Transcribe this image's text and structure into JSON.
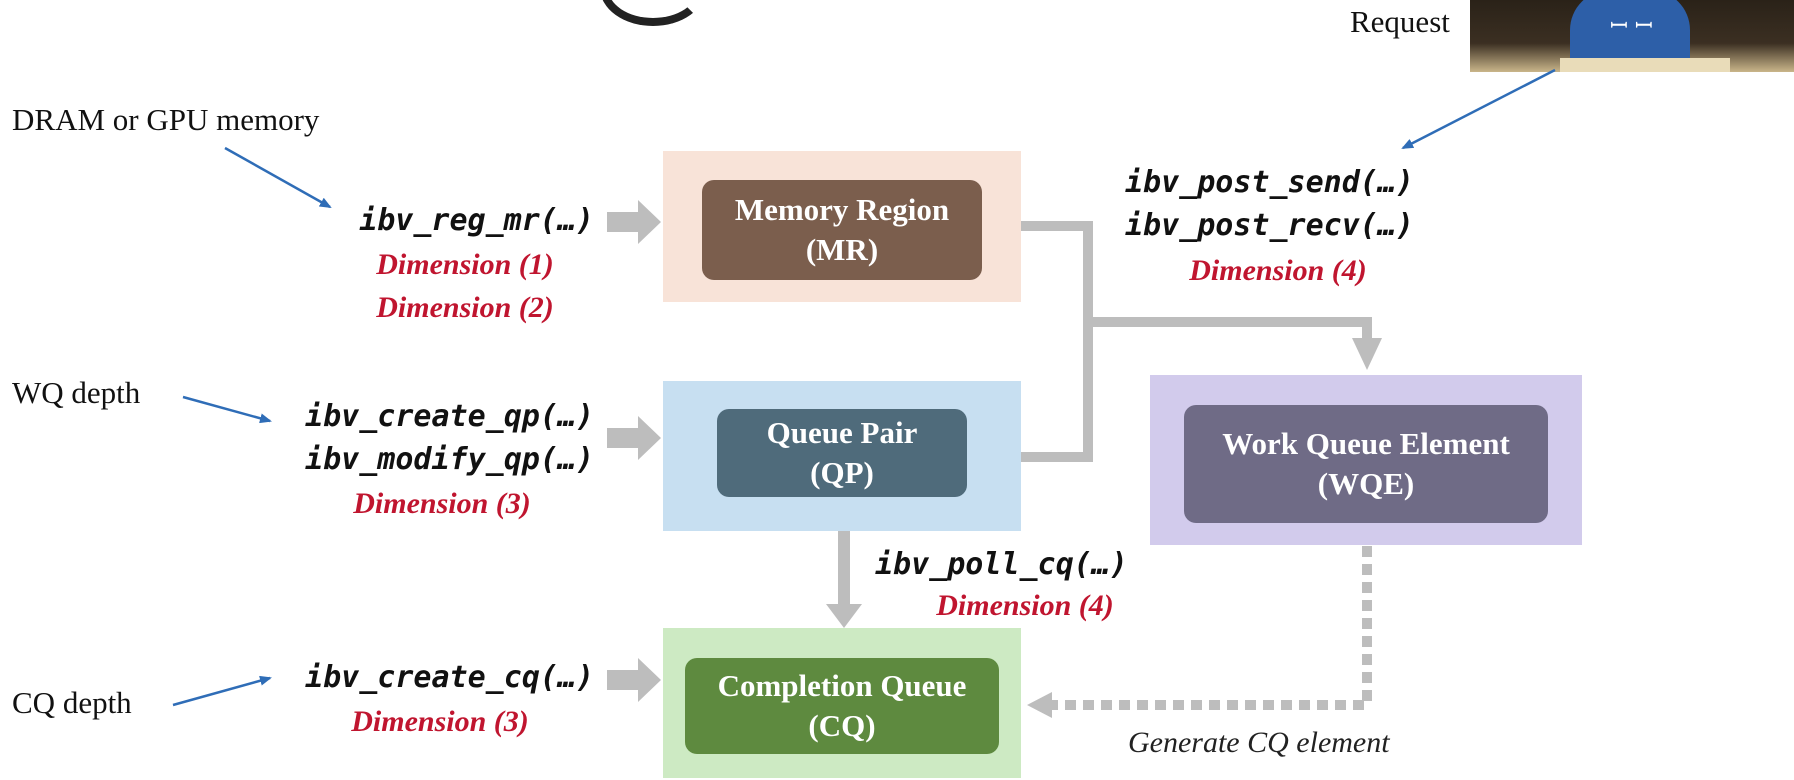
{
  "request_label": "Request",
  "inputs": {
    "dram": "DRAM or GPU memory",
    "wq_depth": "WQ depth",
    "cq_depth": "CQ depth"
  },
  "calls": {
    "reg_mr": "ibv_reg_mr(…)",
    "create_qp": "ibv_create_qp(…)",
    "modify_qp": "ibv_modify_qp(…)",
    "create_cq": "ibv_create_cq(…)",
    "post_send": "ibv_post_send(…)",
    "post_recv": "ibv_post_recv(…)",
    "poll_cq": "ibv_poll_cq(…)"
  },
  "dimensions": {
    "mr_1": "Dimension (1)",
    "mr_2": "Dimension (2)",
    "qp": "Dimension (3)",
    "cq": "Dimension (3)",
    "post": "Dimension (4)",
    "poll": "Dimension (4)"
  },
  "boxes": {
    "mr": {
      "line1": "Memory Region",
      "line2": "(MR)"
    },
    "qp": {
      "line1": "Queue Pair",
      "line2": "(QP)"
    },
    "wqe": {
      "line1": "Work Queue Element",
      "line2": "(WQE)"
    },
    "cq": {
      "line1": "Completion Queue",
      "line2": "(CQ)"
    }
  },
  "note_generate_cq": "Generate CQ element",
  "icon_video": "speaker-video-thumbnail",
  "colors": {
    "mr_outer": "#f8e3d8",
    "mr_inner": "#7b5e4d",
    "qp_outer": "#c7dff1",
    "qp_inner": "#4f6b7b",
    "wqe_outer": "#d2cbec",
    "wqe_inner": "#6f6b86",
    "cq_outer": "#cdeac3",
    "cq_inner": "#5e8a3f",
    "arrow_gray": "#bdbdbd",
    "arrow_blue": "#2f6db7",
    "dimension_red": "#c0152f"
  }
}
